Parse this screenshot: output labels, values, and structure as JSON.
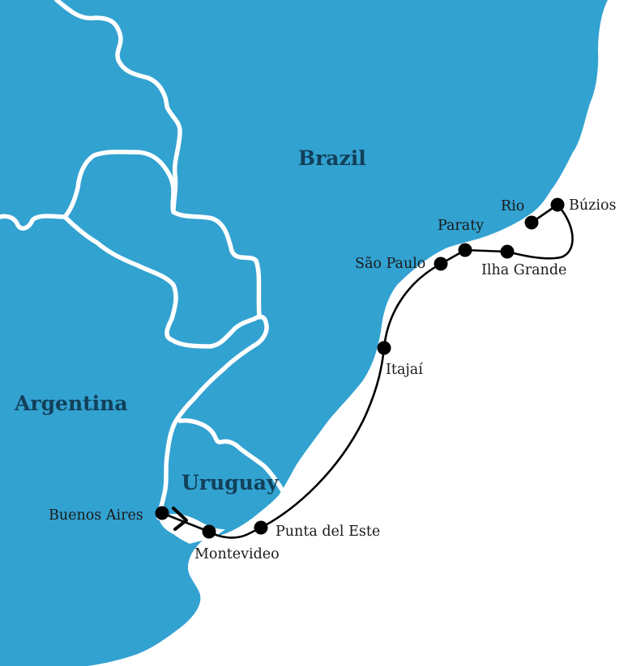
{
  "colors": {
    "land": "#32a2d1",
    "ocean": "#ffffff",
    "border": "#ffffff",
    "route": "#000000",
    "country_label": "#12405a",
    "city_label": "#1a1a1a"
  },
  "countries": {
    "brazil": "Brazil",
    "argentina": "Argentina",
    "uruguay": "Uruguay"
  },
  "stops": [
    "Buenos Aires",
    "Montevideo",
    "Punta del Este",
    "Itajaí",
    "São Paulo",
    "Paraty",
    "Ilha Grande",
    "Búzios",
    "Rio"
  ],
  "route_direction": "arrow-right"
}
